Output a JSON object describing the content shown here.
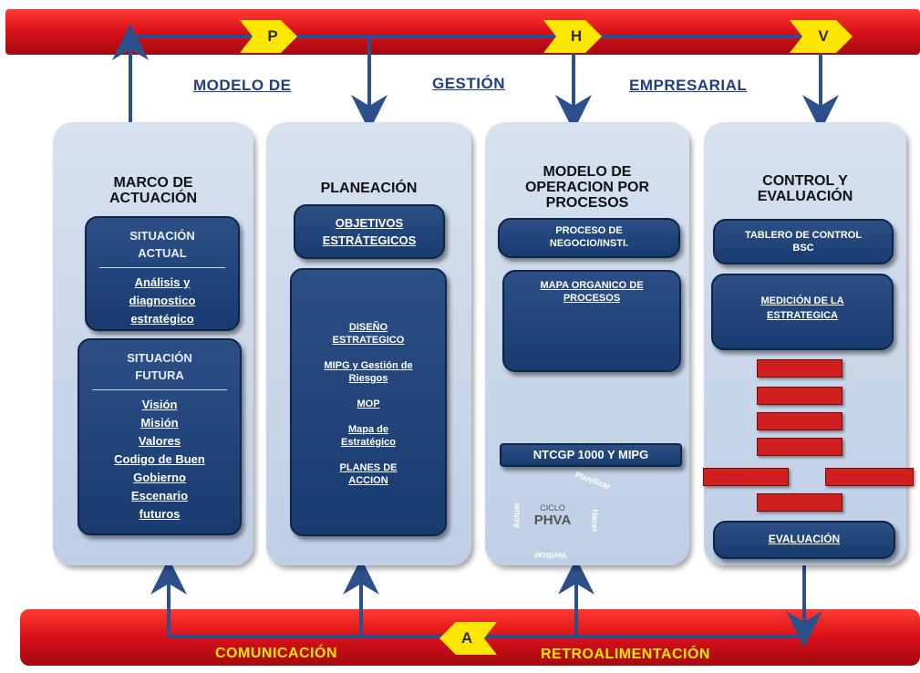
{
  "pdca_markers": {
    "plan": "P",
    "do": "H",
    "verify": "V",
    "act": "A"
  },
  "header_words": [
    "MODELO DE",
    "GESTIÓN",
    "EMPRESARIAL"
  ],
  "columns": {
    "marco": {
      "title": "MARCO DE ACTUACIÓN",
      "actual_title": "SITUACIÓN ACTUAL",
      "actual_content": "Análisis y diagnostico estratégico",
      "futura_title": "SITUACIÓN FUTURA",
      "futura_items": [
        "Visión",
        "Misión",
        "Valores",
        "Codigo de Buen Gobierno",
        "Escenario futuros"
      ]
    },
    "planeacion": {
      "title": "PLANEACIÓN",
      "objetivos": "OBJETIVOS ESTRÁTEGICOS",
      "items": [
        "DISEÑO ESTRATEGICO",
        "MIPG y Gestión de Riesgos",
        "MOP",
        "Mapa de Estratégico",
        "PLANES DE ACCION"
      ]
    },
    "modelo": {
      "title": "MODELO DE OPERACION POR PROCESOS",
      "proceso": "PROCESO DE NEGOCIO/INSTI.",
      "mapa": "MAPA ORGANICO DE PROCESOS",
      "ntcgp": "NTCGP 1000 Y MIPG",
      "phva_cycle": "CICLO",
      "phva_word": "PHVA",
      "phva_steps": [
        "Planificar",
        "Hacer",
        "Verificar",
        "Actuar"
      ]
    },
    "control": {
      "title": "CONTROL Y EVALUACIÓN",
      "tablero": "TABLERO DE CONTROL BSC",
      "medicion": "MEDICIÓN DE LA ESTRATEGICA",
      "evaluacion": "EVALUACIÓN"
    }
  },
  "bottom_labels": {
    "left": "COMUNICACIÓN",
    "right": "RETROALIMENTACIÓN"
  },
  "colors": {
    "bar_red": "#e2121a",
    "arrow_yellow": "#ffe600",
    "arrow_blue": "#2d4f8c",
    "box_navy": "#1f3f75",
    "column_bg": "#cad6ea"
  }
}
